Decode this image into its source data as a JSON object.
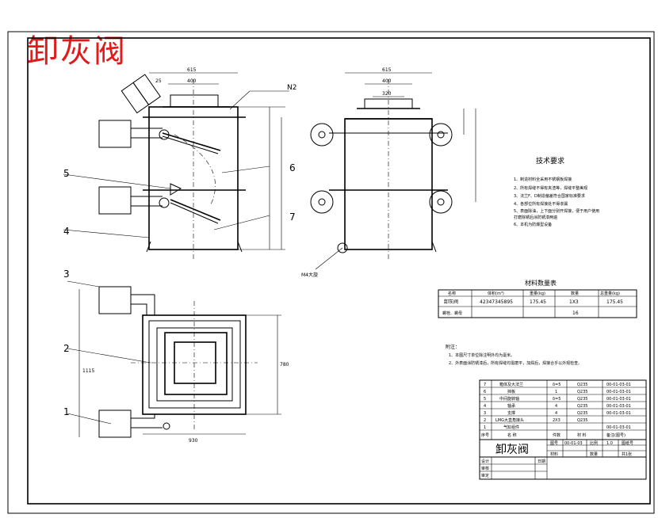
{
  "stamp_title": "卸灰阀",
  "callouts": {
    "n1": "1",
    "n2": "2",
    "n3": "3",
    "n4": "4",
    "n5": "5",
    "n6": "6",
    "n7": "7",
    "n2_top": "N2"
  },
  "dims": {
    "front_top": "615",
    "front_top_inner": "400",
    "front_left": "25",
    "side_top": "615",
    "side_top_inner": "400",
    "side_top_small": "320",
    "plan_bottom": "930",
    "plan_height": "1115",
    "plan_right": "780",
    "side_m4": "M4大旋"
  },
  "tech": {
    "heading": "技术要求",
    "lines": [
      "1、制造材料全采用不锈钢板焊接",
      "2、所有焊缝不得有夹渣等，焊缝平整美观",
      "3、法兰F、D制造偏差符合国家标准要求",
      "4、各部位所有焊接处不得渗漏",
      "5、表面除油，上下面分别开焊接，便于用户使用",
      "   打磨除锈后涂防锈漆两遍",
      "6、本机为防爆型设备"
    ]
  },
  "material": {
    "heading": "材料数量表",
    "headers": [
      "名称",
      "体积(m³)",
      "重量(kg)",
      "数量",
      "总重量(kg)"
    ],
    "rows": [
      [
        "卸灰阀",
        "42347345895",
        "175.45",
        "1X3",
        "175.45"
      ],
      [
        "螺栓、螺母",
        "",
        "",
        "16",
        ""
      ]
    ]
  },
  "notes": {
    "heading": "附注：",
    "lines": [
      "1、本图尺寸单位除注明外均为毫米。",
      "2、外表面涂防锈漆后，所有焊缝均需磨平，加焊后，焊接合乎以外观检查。"
    ]
  },
  "bom": {
    "rows": [
      [
        "7",
        "箱体及大法兰",
        "δ=5",
        "Q235",
        "00-01-03-01"
      ],
      [
        "6",
        "挡板",
        "1",
        "Q235",
        "00-01-03-01"
      ],
      [
        "5",
        "中间旋转轴",
        "δ=5",
        "Q235",
        "00-01-03-01"
      ],
      [
        "4",
        "轴承",
        "4",
        "Q235",
        "00-01-03-01"
      ],
      [
        "3",
        "支撑",
        "4",
        "Q235",
        "00-01-03-01"
      ],
      [
        "2",
        "LMG大直角接头",
        "2X3",
        "Q235",
        ""
      ],
      [
        "1",
        "气缸组件",
        "",
        "",
        "00-01-03-01"
      ]
    ],
    "header": [
      "序号",
      "名 称",
      "件数",
      "材 料",
      "备注(图号)"
    ]
  },
  "title_block": {
    "name": "卸灰阀",
    "drawing_no_label": "图号",
    "drawing_no": "00-01-03",
    "scale_label": "比例",
    "scale": "1.0",
    "weight_label": "图纸号",
    "material_label": "材料",
    "qty_label": "数量",
    "sheet": "共1张",
    "designer": "设计",
    "checker": "审核",
    "approver": "审定",
    "date": "日期"
  }
}
